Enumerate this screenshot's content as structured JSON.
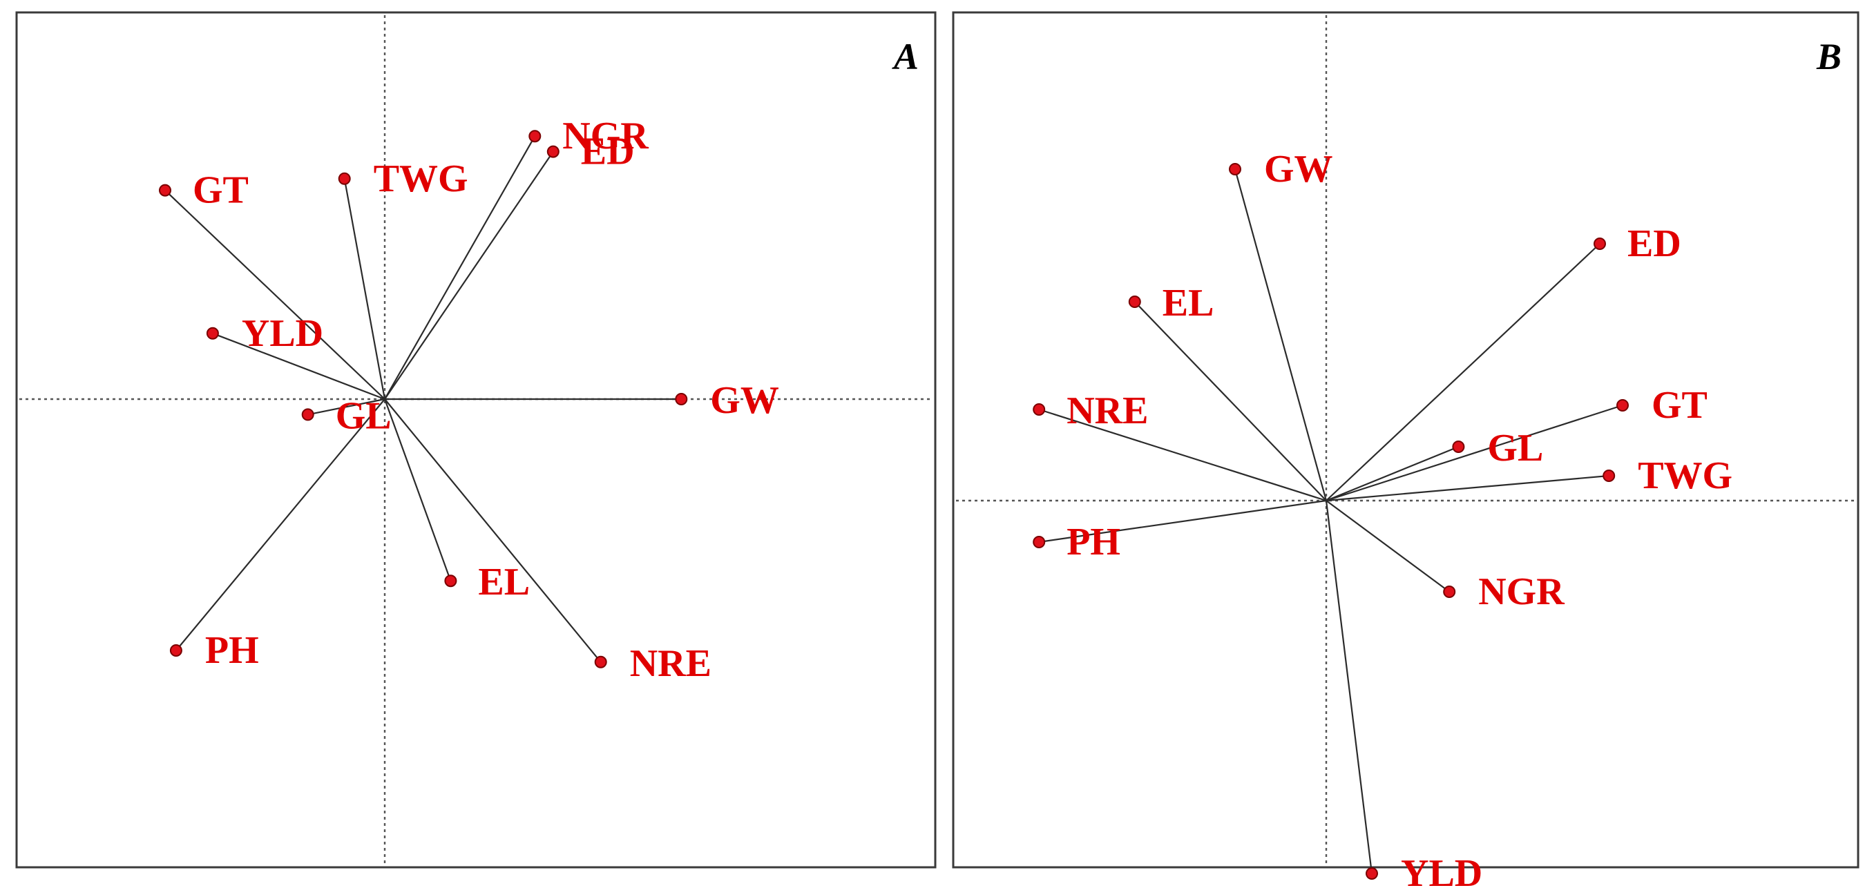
{
  "chart_data": [
    {
      "type": "scatter",
      "panel": "A",
      "xlim": [
        -1,
        1
      ],
      "ylim": [
        -1,
        1
      ],
      "grid": false,
      "reference_lines": "dotted lines through origin",
      "vectors_from_origin": true,
      "points": [
        {
          "label": "GT",
          "x": -0.6,
          "y": 0.54
        },
        {
          "label": "TWG",
          "x": -0.11,
          "y": 0.57
        },
        {
          "label": "NGR",
          "x": 0.41,
          "y": 0.68
        },
        {
          "label": "ED",
          "x": 0.46,
          "y": 0.64
        },
        {
          "label": "YLD",
          "x": -0.47,
          "y": 0.17
        },
        {
          "label": "GL",
          "x": -0.21,
          "y": -0.04
        },
        {
          "label": "GW",
          "x": 0.81,
          "y": 0.0
        },
        {
          "label": "EL",
          "x": 0.18,
          "y": -0.47
        },
        {
          "label": "NRE",
          "x": 0.59,
          "y": -0.68
        },
        {
          "label": "PH",
          "x": -0.57,
          "y": -0.65
        }
      ]
    },
    {
      "type": "scatter",
      "panel": "B",
      "xlim": [
        -1,
        1
      ],
      "ylim": [
        -1,
        1
      ],
      "grid": false,
      "reference_lines": "dotted lines through origin",
      "vectors_from_origin": true,
      "points": [
        {
          "label": "GW",
          "x": -0.2,
          "y": 0.8
        },
        {
          "label": "ED",
          "x": 0.6,
          "y": 0.62
        },
        {
          "label": "EL",
          "x": -0.42,
          "y": 0.48
        },
        {
          "label": "NRE",
          "x": -0.63,
          "y": 0.22
        },
        {
          "label": "GT",
          "x": 0.65,
          "y": 0.23
        },
        {
          "label": "GL",
          "x": 0.29,
          "y": 0.13
        },
        {
          "label": "TWG",
          "x": 0.62,
          "y": 0.06
        },
        {
          "label": "PH",
          "x": -0.63,
          "y": -0.1
        },
        {
          "label": "NGR",
          "x": 0.27,
          "y": -0.22
        },
        {
          "label": "YLD",
          "x": 0.1,
          "y": -0.9
        }
      ]
    }
  ]
}
